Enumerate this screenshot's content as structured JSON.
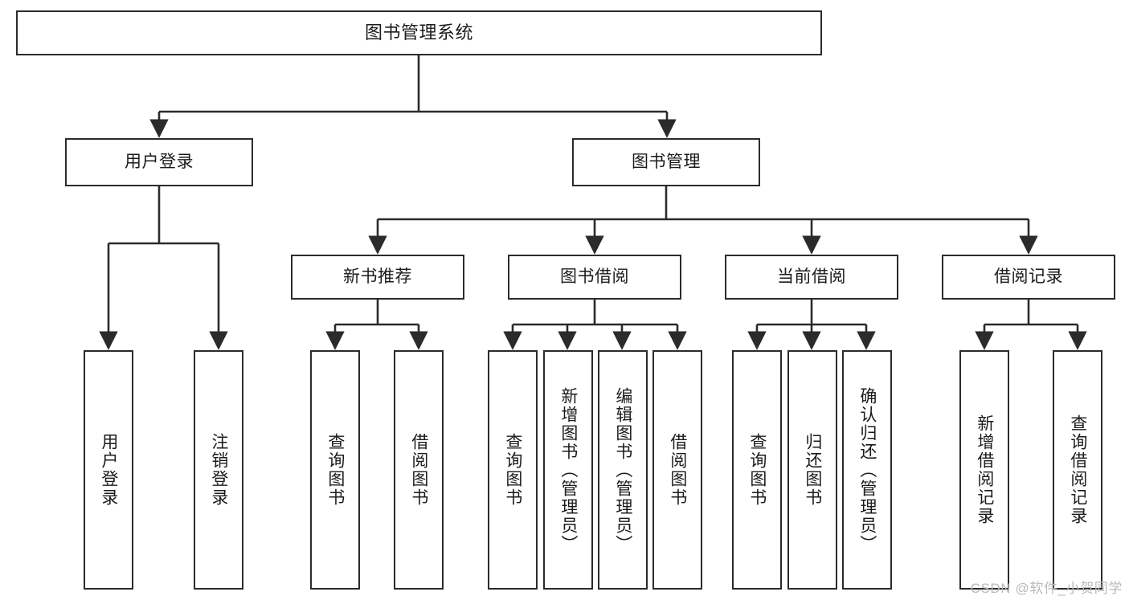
{
  "diagram": {
    "title": "图书管理系统",
    "kind": "功能结构图",
    "colors": {
      "box_border": "#2b2b2b",
      "box_fill": "#ffffff",
      "connector": "#2b2b2b",
      "text": "#1b1b1b",
      "watermark": "#b9b9b9",
      "background": "#ffffff"
    },
    "watermark": "CSDN @软件_小贺同学"
  },
  "nodes": {
    "root": {
      "label": "图书管理系统"
    },
    "level2": [
      {
        "id": "user-login",
        "label": "用户登录"
      },
      {
        "id": "book-manage",
        "label": "图书管理"
      }
    ],
    "level3": [
      {
        "id": "new-book-recommend",
        "label": "新书推荐"
      },
      {
        "id": "book-borrow",
        "label": "图书借阅"
      },
      {
        "id": "current-borrow",
        "label": "当前借阅"
      },
      {
        "id": "borrow-record",
        "label": "借阅记录"
      }
    ],
    "leaves": {
      "user_login": [
        {
          "id": "leaf-user-login",
          "label": "用户登录"
        },
        {
          "id": "leaf-logout-login",
          "label": "注销登录"
        }
      ],
      "new_book_recommend": [
        {
          "id": "leaf-query-book-1",
          "label": "查询图书"
        },
        {
          "id": "leaf-borrow-book-1",
          "label": "借阅图书"
        }
      ],
      "book_borrow": [
        {
          "id": "leaf-query-book-2",
          "label": "查询图书"
        },
        {
          "id": "leaf-add-book",
          "label": "新增图书（管理员）"
        },
        {
          "id": "leaf-edit-book",
          "label": "编辑图书（管理员）"
        },
        {
          "id": "leaf-borrow-book-2",
          "label": "借阅图书"
        }
      ],
      "current_borrow": [
        {
          "id": "leaf-query-book-3",
          "label": "查询图书"
        },
        {
          "id": "leaf-return-book",
          "label": "归还图书"
        },
        {
          "id": "leaf-confirm-return",
          "label": "确认归还（管理员）"
        }
      ],
      "borrow_record": [
        {
          "id": "leaf-add-borrow-record",
          "label": "新增借阅记录"
        },
        {
          "id": "leaf-query-borrow-record",
          "label": "查询借阅记录"
        }
      ]
    }
  }
}
